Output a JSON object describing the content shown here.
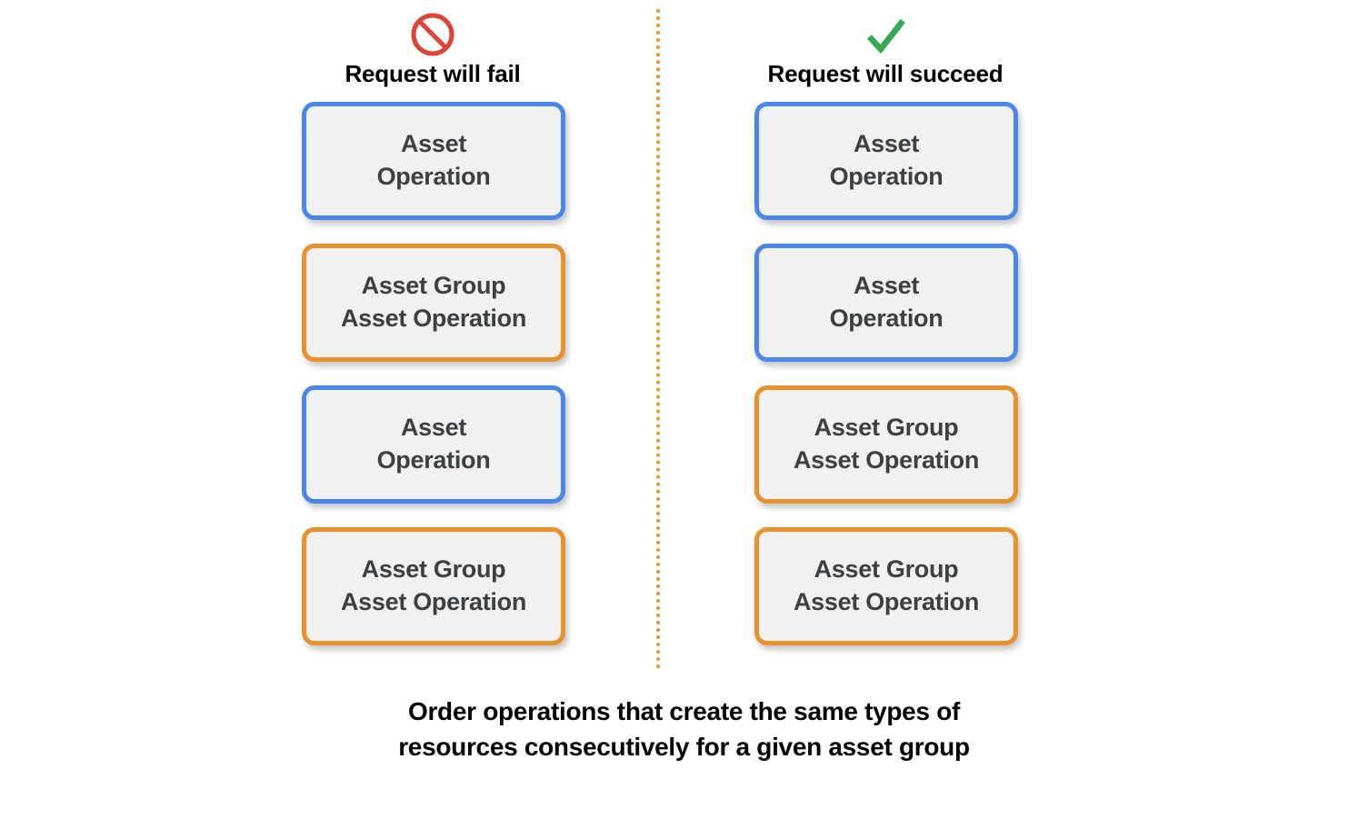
{
  "diagram": {
    "caption": "Order operations that create the same types of\nresources consecutively for a given asset group",
    "divider": {
      "style": "dotted-vertical",
      "color": "#e8912d"
    },
    "colors": {
      "asset_operation_border": "#4a86ee",
      "asset_group_operation_border": "#e8912d",
      "box_fill": "#f1f1f1",
      "box_text": "#3c4043",
      "fail_icon": "#db4437",
      "succeed_icon": "#34a853",
      "background": "#ffffff"
    },
    "columns": [
      {
        "id": "fail",
        "icon": "prohibition-icon",
        "title": "Request will fail",
        "boxes": [
          {
            "type": "asset",
            "label": "Asset\nOperation"
          },
          {
            "type": "assetgroup",
            "label": "Asset Group\nAsset Operation"
          },
          {
            "type": "asset",
            "label": "Asset\nOperation"
          },
          {
            "type": "assetgroup",
            "label": "Asset Group\nAsset Operation"
          }
        ]
      },
      {
        "id": "succeed",
        "icon": "checkmark-icon",
        "title": "Request will succeed",
        "boxes": [
          {
            "type": "asset",
            "label": "Asset\nOperation"
          },
          {
            "type": "asset",
            "label": "Asset\nOperation"
          },
          {
            "type": "assetgroup",
            "label": "Asset Group\nAsset Operation"
          },
          {
            "type": "assetgroup",
            "label": "Asset Group\nAsset Operation"
          }
        ]
      }
    ]
  }
}
